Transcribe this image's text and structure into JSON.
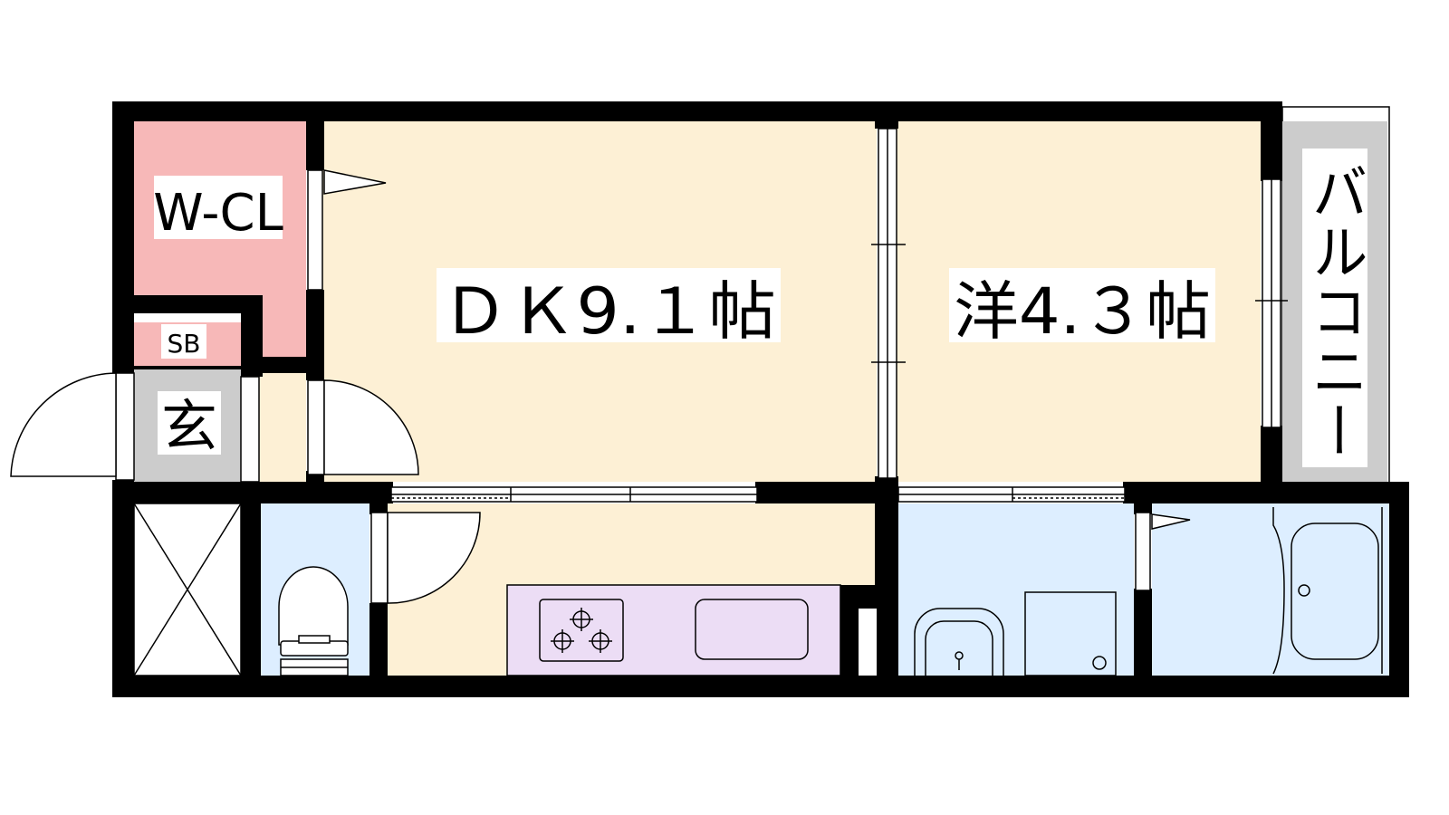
{
  "rooms": {
    "wcl": {
      "label": "W-CL",
      "color": "#f7b8b8"
    },
    "sb": {
      "label": "SB",
      "color": "#f7b8b8"
    },
    "entrance": {
      "label": "玄",
      "color": "#cccccc"
    },
    "dk": {
      "label": "ＤＫ9.１帖",
      "color": "#fdf0d5"
    },
    "western": {
      "label": "洋4.３帖",
      "color": "#fdf0d5"
    },
    "balcony": {
      "label": "バルコニー",
      "color": "#cccccc"
    },
    "toilet": {
      "color": "#ddeeff"
    },
    "kitchen": {
      "color": "#fdf0d5"
    },
    "counter": {
      "color": "#ecddf5"
    },
    "washroom": {
      "color": "#ddeeff"
    },
    "bathroom": {
      "color": "#ddeeff"
    }
  },
  "colors": {
    "wall": "#000000",
    "background": "#ffffff"
  }
}
